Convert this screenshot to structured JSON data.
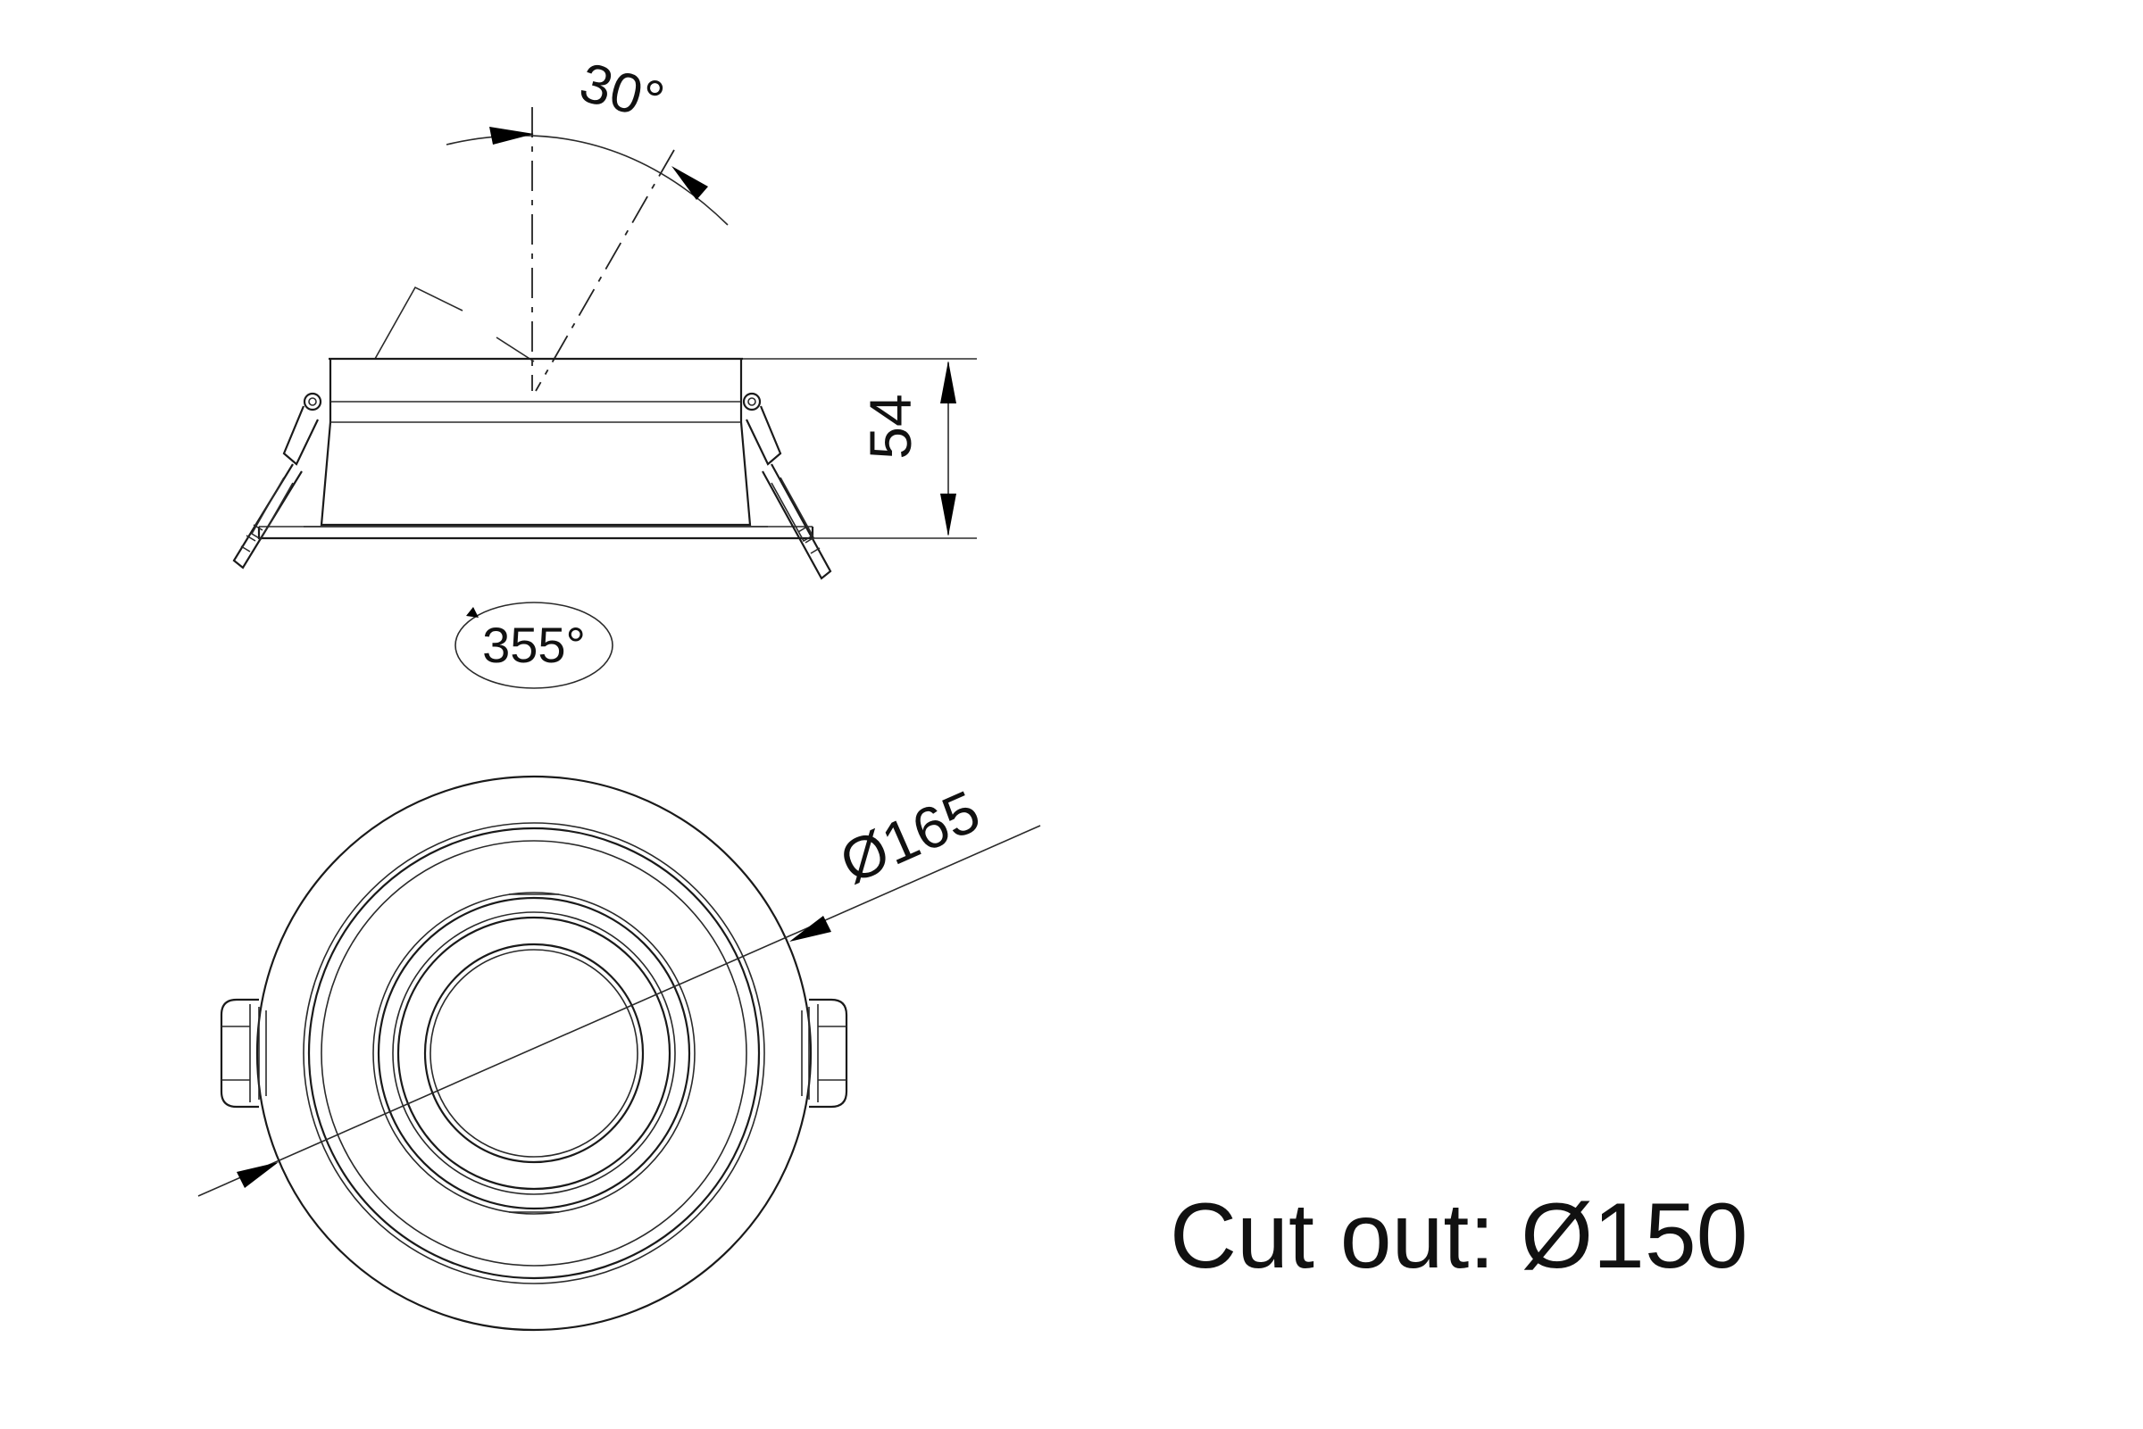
{
  "dimensions": {
    "tilt_angle": "30°",
    "height": "54",
    "rotation": "355°",
    "diameter": "Ø165"
  },
  "note": {
    "cut_out": "Cut out: Ø150"
  },
  "colors": {
    "line": "#111111",
    "background": "#ffffff"
  }
}
